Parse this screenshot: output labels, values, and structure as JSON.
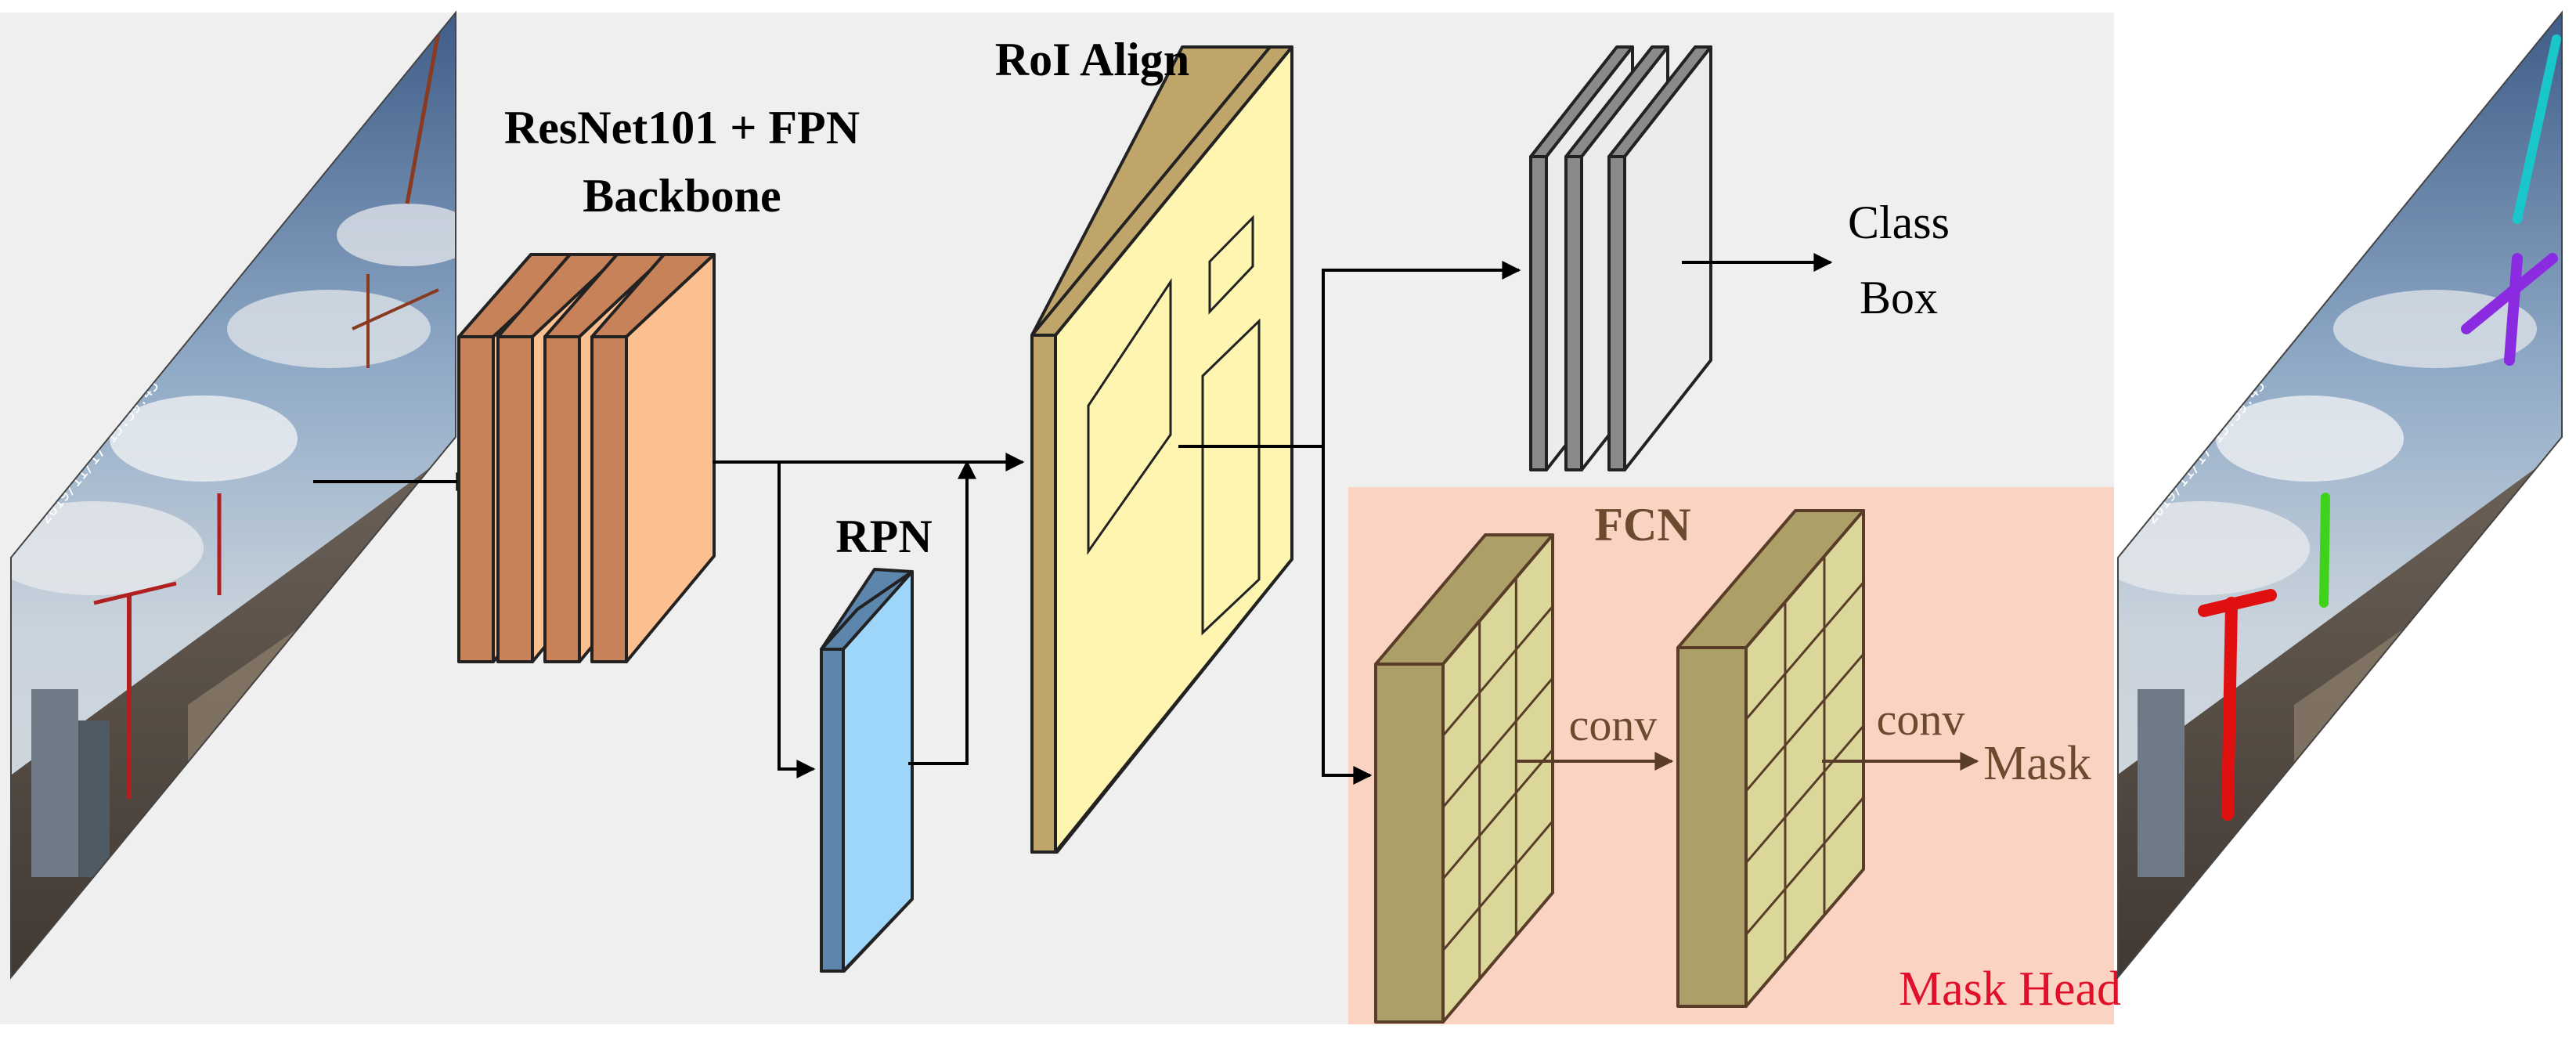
{
  "labels": {
    "backbone_line1": "ResNet101 + FPN",
    "backbone_line2": "Backbone",
    "rpn": "RPN",
    "roi_align": "RoI Align",
    "class": "Class",
    "box": "Box",
    "fcn": "FCN",
    "conv_1": "conv",
    "conv_2": "conv",
    "mask": "Mask",
    "mask_head": "Mask Head"
  },
  "photo_overlay": {
    "input_timestamp": "2019/11/17 15:39:45",
    "output_timestamp": "2019/11/17 15:39:45"
  },
  "colors": {
    "background": "#efefef",
    "backbone_layer": "#fcbf90",
    "backbone_side": "#c8825a",
    "rpn_front": "#9dd6f8",
    "rpn_side": "#5c86ac",
    "roi_front": "#fef6b0",
    "roi_side": "#bfa56a",
    "head_layer": "#ececec",
    "head_side": "#8a8a8a",
    "mask_panel": "#fbd3c2",
    "fcn_front": "#dbd79a",
    "fcn_side": "#ad9f68",
    "fcn_text": "#6b4a2f",
    "mask_head_text": "#e0102a",
    "crane_red": "#e11010",
    "crane_green": "#3fd21a",
    "crane_cyan": "#19c6c9",
    "crane_purple": "#8a2be2"
  }
}
